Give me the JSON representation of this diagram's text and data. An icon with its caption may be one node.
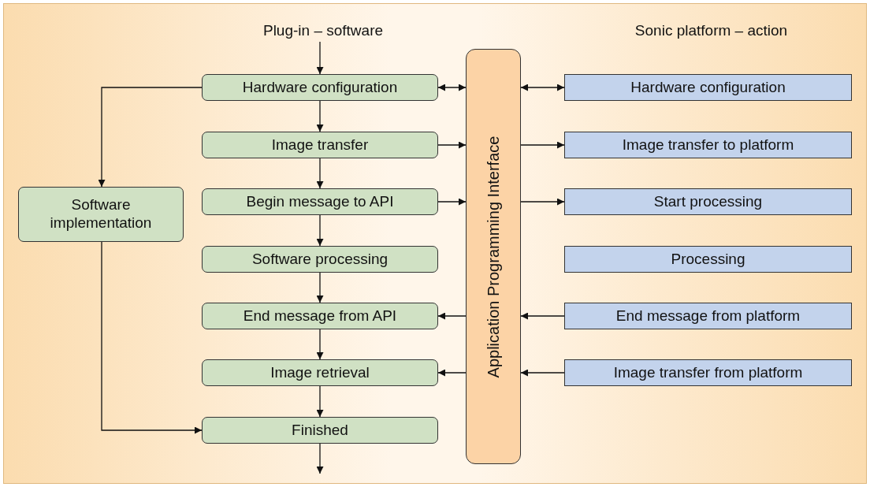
{
  "diagram": {
    "nodes": [
      {
        "text": [
          "Plug-in – software"
        ]
      },
      {
        "text": [
          "Sonic platform – action"
        ]
      },
      {
        "text": [
          "Hardware configuration"
        ]
      },
      {
        "text": [
          "Image transfer"
        ]
      },
      {
        "text": [
          "Begin message to API"
        ]
      },
      {
        "text": [
          "Software processing"
        ]
      },
      {
        "text": [
          "End message from API"
        ]
      },
      {
        "text": [
          "Image retrieval"
        ]
      },
      {
        "text": [
          "Finished"
        ]
      },
      {
        "text": [
          "Software implementation"
        ]
      },
      {
        "text": [
          "Application Programming Interface"
        ]
      },
      {
        "text": [
          "Hardware configuration"
        ]
      },
      {
        "text": [
          "Image transfer to platform"
        ]
      },
      {
        "text": [
          "Start processing"
        ]
      },
      {
        "text": [
          "Processing"
        ]
      },
      {
        "text": [
          "End message from platform"
        ]
      },
      {
        "text": [
          "Image transfer from platform"
        ]
      }
    ],
    "edges": [
      {
        "from": 0,
        "to": 2,
        "arrow": "to"
      },
      {
        "from": 2,
        "to": 3,
        "arrow": "to"
      },
      {
        "from": 3,
        "to": 4,
        "arrow": "to"
      },
      {
        "from": 4,
        "to": 5,
        "arrow": "to"
      },
      {
        "from": 5,
        "to": 6,
        "arrow": "to"
      },
      {
        "from": 6,
        "to": 7,
        "arrow": "to"
      },
      {
        "from": 7,
        "to": 8,
        "arrow": "to"
      },
      {
        "from": 8,
        "to": null,
        "arrow": "to"
      },
      {
        "from": 2,
        "to": 9,
        "arrow": "to"
      },
      {
        "from": 9,
        "to": 8,
        "arrow": "to"
      },
      {
        "from": 2,
        "to": 10,
        "arrow": "both"
      },
      {
        "from": 10,
        "to": 11,
        "arrow": "both"
      },
      {
        "from": 3,
        "to": 10,
        "arrow": "to"
      },
      {
        "from": 10,
        "to": 12,
        "arrow": "to"
      },
      {
        "from": 4,
        "to": 10,
        "arrow": "to"
      },
      {
        "from": 10,
        "to": 13,
        "arrow": "to"
      },
      {
        "from": 15,
        "to": 10,
        "arrow": "to"
      },
      {
        "from": 10,
        "to": 6,
        "arrow": "to"
      },
      {
        "from": 16,
        "to": 10,
        "arrow": "to"
      },
      {
        "from": 10,
        "to": 7,
        "arrow": "to"
      }
    ]
  }
}
